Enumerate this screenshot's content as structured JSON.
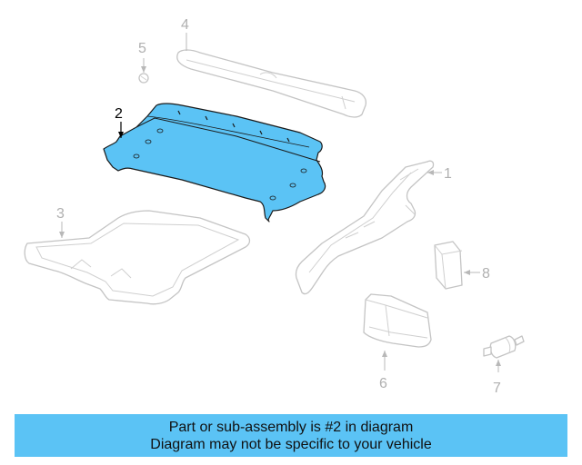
{
  "diagram": {
    "callouts": {
      "c1": "1",
      "c2": "2",
      "c3": "3",
      "c4": "4",
      "c5": "5",
      "c6": "6",
      "c7": "7",
      "c8": "8"
    },
    "highlight_color": "#5bc3f5"
  },
  "banner": {
    "line1": "Part or sub-assembly is #2 in diagram",
    "line2": "Diagram may not be specific to your vehicle",
    "background": "#5bc3f5"
  }
}
